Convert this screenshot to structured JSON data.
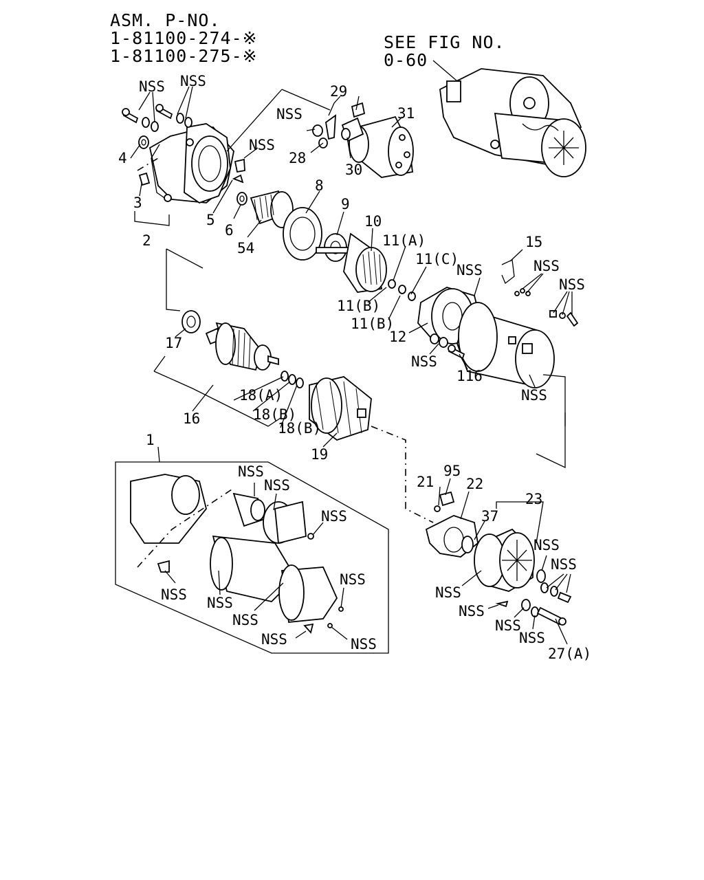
{
  "header": {
    "asm_title": "ASM. P-NO.",
    "asm_part_1": "1-81100-274-※",
    "asm_part_2": "1-81100-275-※",
    "see_fig_1": "SEE FIG NO.",
    "see_fig_2": "0-60"
  },
  "callouts": {
    "p1": "1",
    "p2": "2",
    "p3": "3",
    "p4": "4",
    "p5": "5",
    "p6": "6",
    "p8": "8",
    "p9": "9",
    "p10": "10",
    "p11a": "11(A)",
    "p11b_1": "11(B)",
    "p11b_2": "11(B)",
    "p11c": "11(C)",
    "p12": "12",
    "p15": "15",
    "p16": "16",
    "p17": "17",
    "p18a": "18(A)",
    "p18b_1": "18(B)",
    "p18b_2": "18(B)",
    "p19": "19",
    "p21": "21",
    "p22": "22",
    "p23": "23",
    "p27a": "27(A)",
    "p28": "28",
    "p29": "29",
    "p30": "30",
    "p31": "31",
    "p37": "37",
    "p54": "54",
    "p95": "95",
    "p116": "116"
  },
  "nss": "NSS"
}
